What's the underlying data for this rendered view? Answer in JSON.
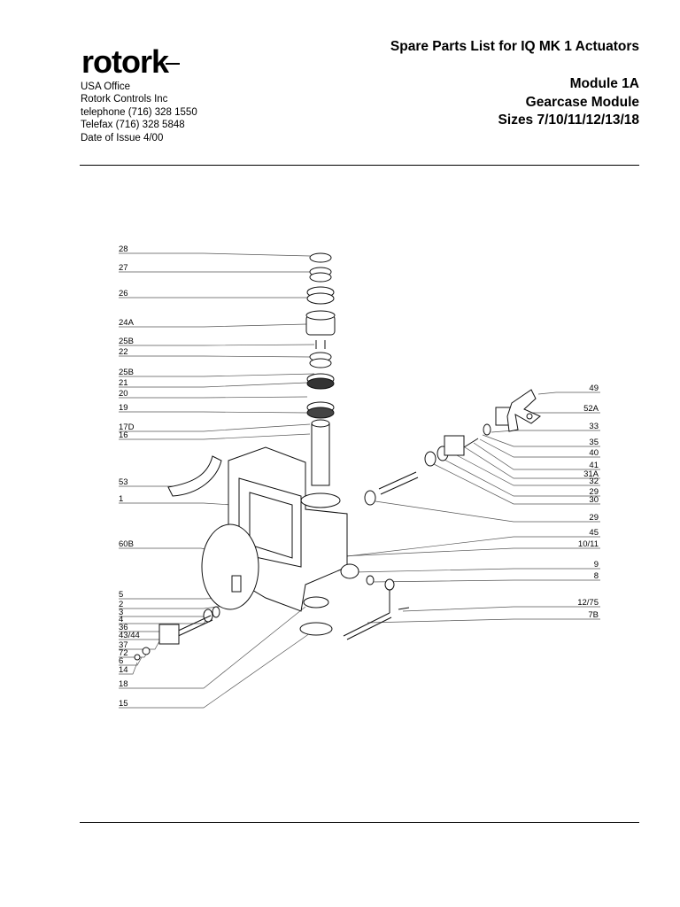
{
  "logo": {
    "text": "rotork"
  },
  "address": [
    "USA Office",
    "Rotork Controls Inc",
    "telephone (716) 328 1550",
    "Telefax (716) 328 5848",
    "Date of Issue 4/00"
  ],
  "header": {
    "title": "Spare Parts List for IQ MK 1 Actuators",
    "subtitle": [
      "Module 1A",
      "Gearcase Module",
      "Sizes 7/10/11/12/13/18"
    ]
  },
  "diagram": {
    "left_labels": [
      "28",
      "27",
      "26",
      "24A",
      "25B",
      "22",
      "25B",
      "21",
      "20",
      "19",
      "17D",
      "16",
      "53",
      "1",
      "60B",
      "5",
      "2",
      "3",
      "4",
      "36",
      "43/44",
      "37",
      "72",
      "6",
      "14",
      "18",
      "15"
    ],
    "right_labels": [
      "49",
      "52A",
      "33",
      "35",
      "40",
      "41",
      "31A",
      "32",
      "29",
      "30",
      "29",
      "45",
      "10/11",
      "9",
      "8",
      "12/75",
      "7B"
    ]
  }
}
